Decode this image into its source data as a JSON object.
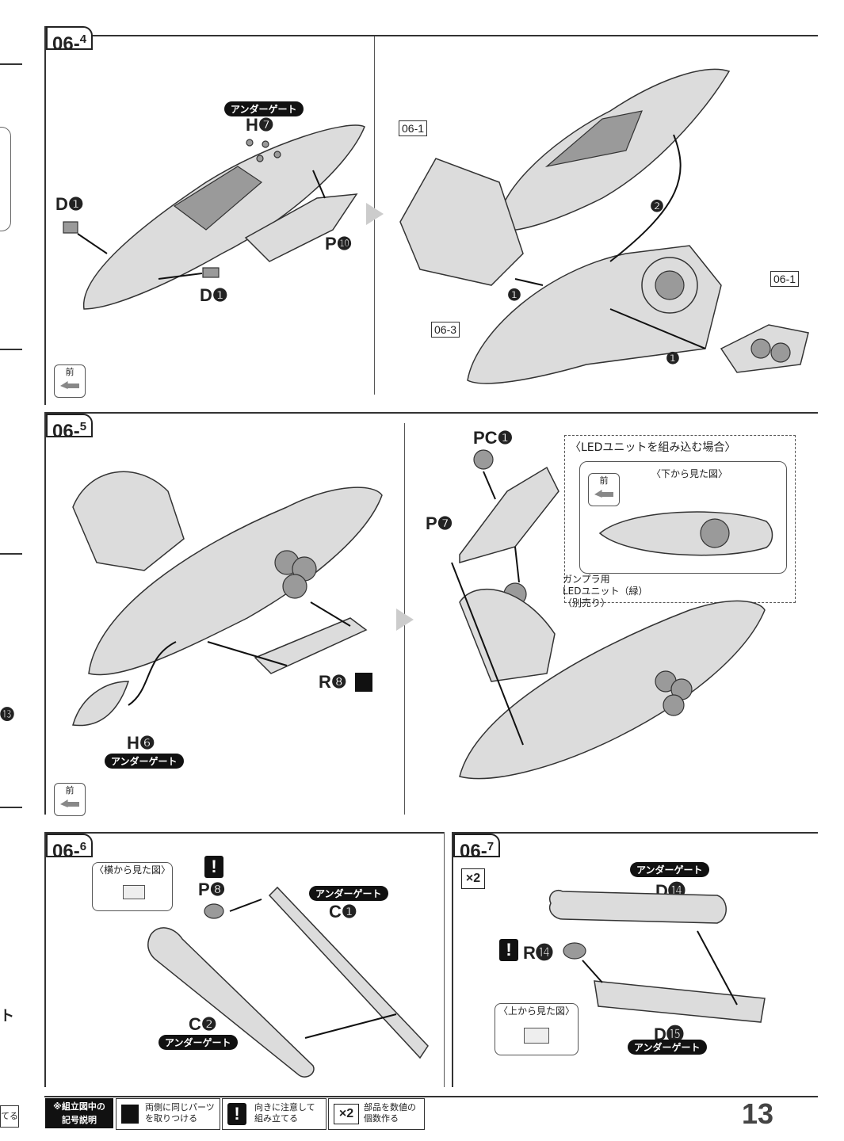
{
  "page_number": "13",
  "sections": {
    "s4": {
      "id": "06-",
      "sup": "4"
    },
    "s5": {
      "id": "06-",
      "sup": "5"
    },
    "s6": {
      "id": "06-",
      "sup": "6"
    },
    "s7": {
      "id": "06-",
      "sup": "7"
    }
  },
  "refs": {
    "r1a": "06-1",
    "r1b": "06-1",
    "r3": "06-3"
  },
  "under_gate": "アンダーゲート",
  "labels": {
    "h7": "H❼",
    "d1a": "D❶",
    "d1b": "D❶",
    "p10": "P❿",
    "step1a": "❶",
    "step1b": "❶",
    "step2": "❷",
    "pc1": "PC❶",
    "p7": "P❼",
    "r8": "R❽",
    "h6": "H❻",
    "p8": "P❽",
    "c1": "C❶",
    "c2": "C❷",
    "d14": "D⓮",
    "r14": "R⓮",
    "d15": "D⓯",
    "x2": "×2"
  },
  "front_label": "前",
  "led_box": {
    "title": "〈LEDユニットを組み込む場合〉",
    "sub": "〈下から見た図〉",
    "unit_line1": "ガンプラ用",
    "unit_line2": "LEDユニット（緑）",
    "unit_line3": "（別売り）"
  },
  "side_view": "〈横から見た図〉",
  "top_view": "〈上から見た図〉",
  "legend": {
    "title1": "※組立図中の",
    "title2": "記号説明",
    "item1_l1": "両側に同じパーツ",
    "item1_l2": "を取りつける",
    "item2_l1": "向きに注意して",
    "item2_l2": "組み立てる",
    "item3_icon": "×2",
    "item3_l1": "部品を数値の",
    "item3_l2": "個数作る",
    "warn_icon": "!"
  },
  "left_edge": {
    "num13": "⓭",
    "frag": "ト",
    "te": "てる"
  }
}
